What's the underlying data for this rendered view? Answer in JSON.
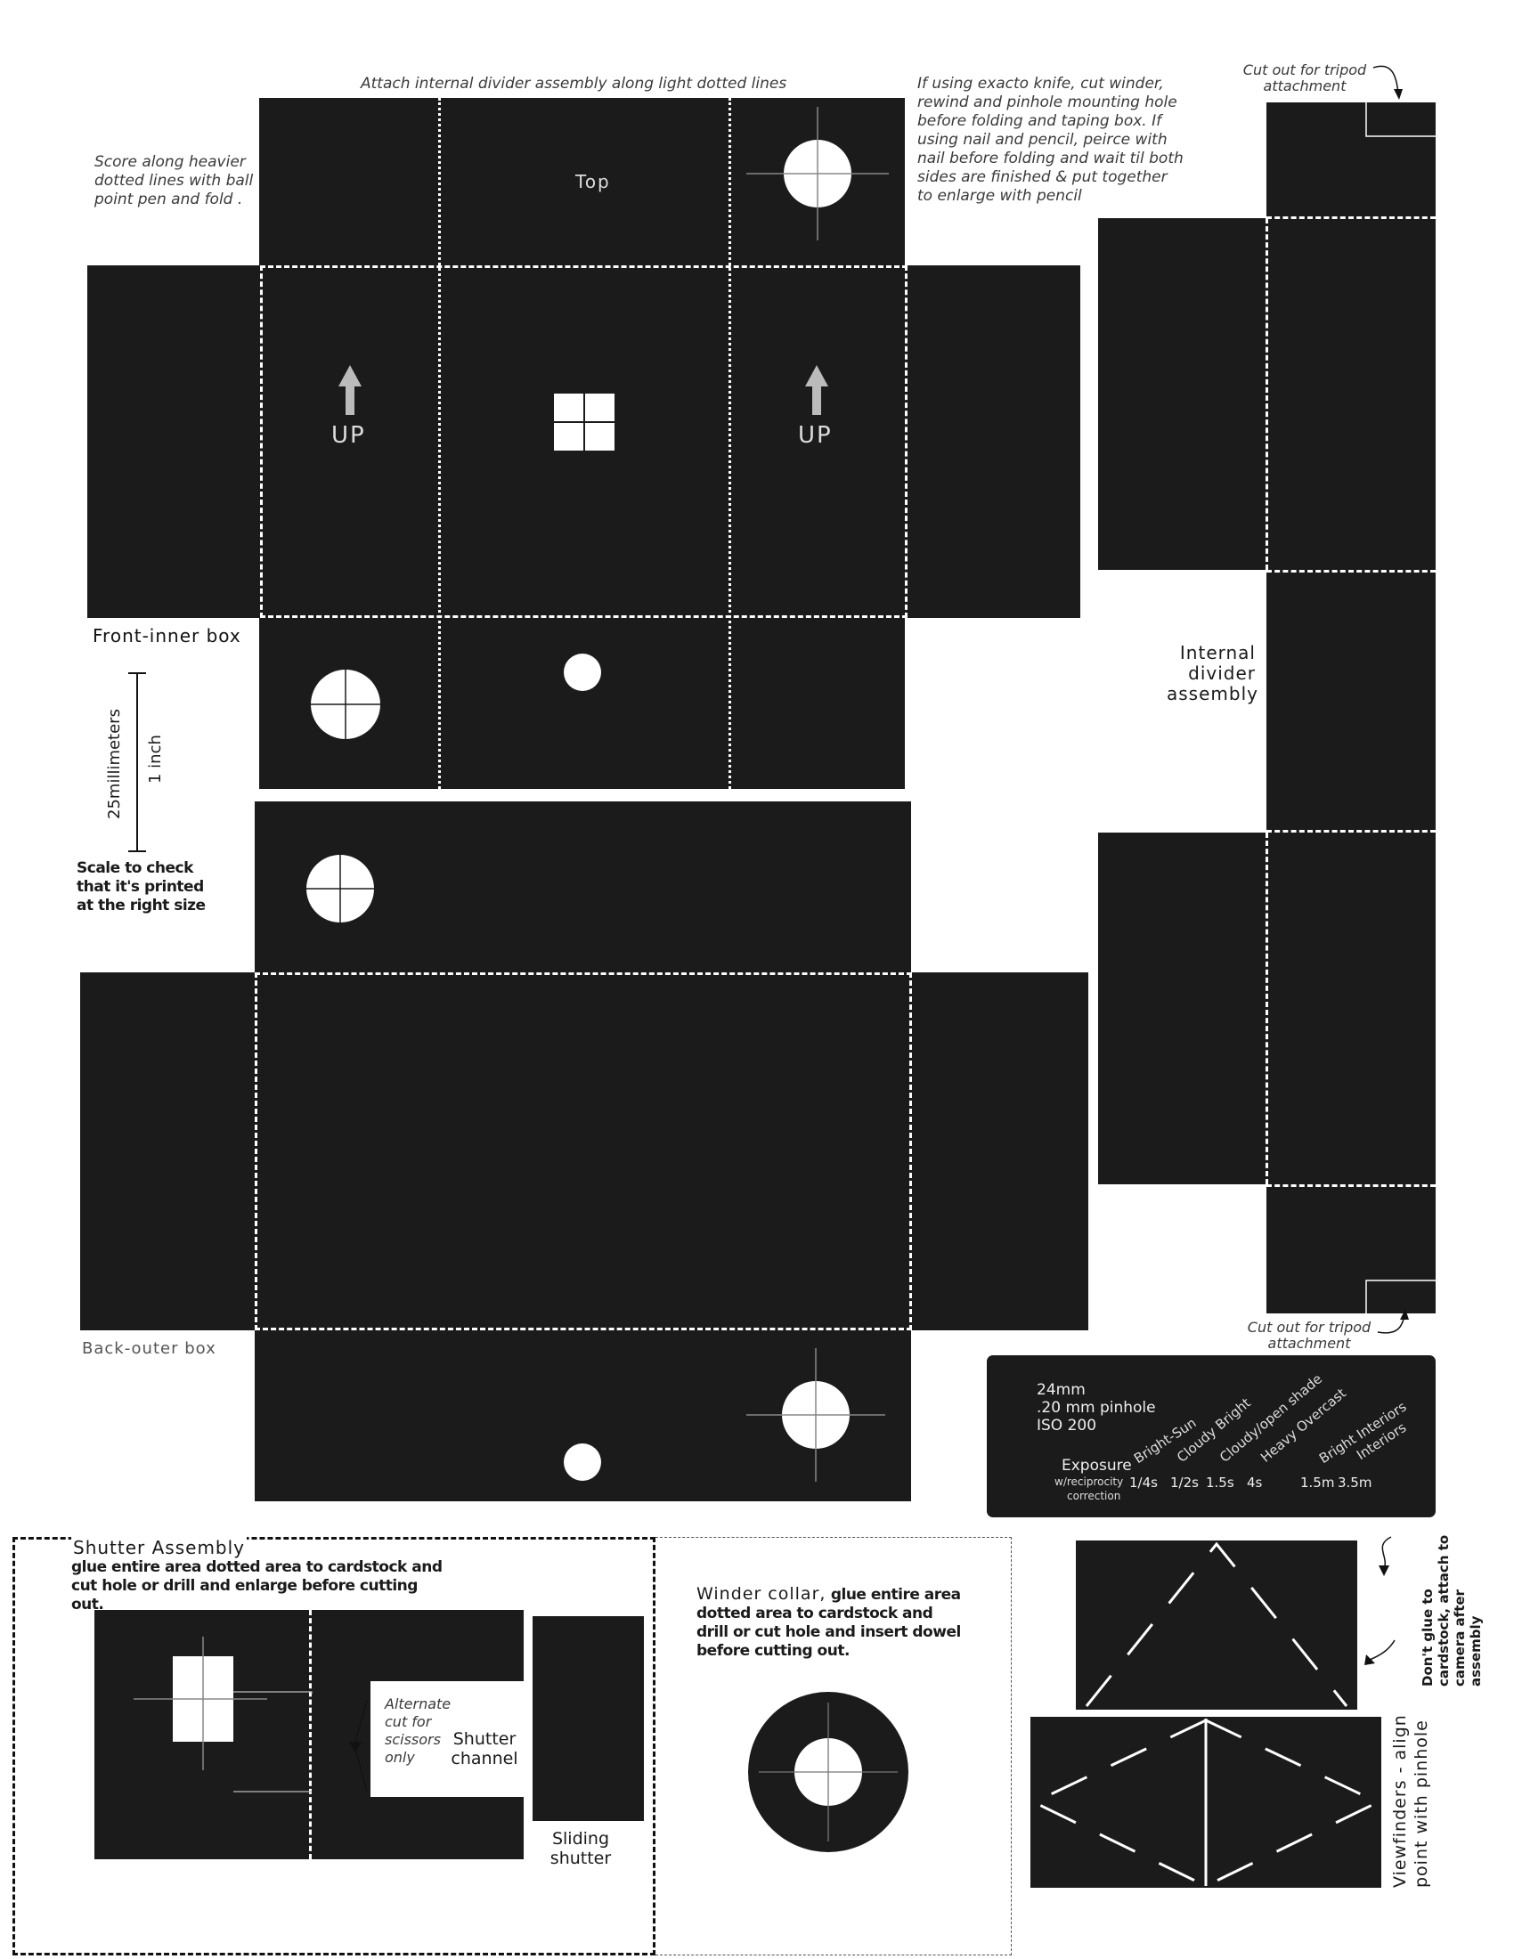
{
  "notes": {
    "attach_divider": "Attach internal divider assembly along light dotted lines",
    "score": "Score along heavier dotted lines with ball point pen and fold .",
    "exacto": "If using exacto knife, cut winder, rewind and pinhole mounting hole before folding and taping box. If using nail and pencil, peirce with nail before folding  and wait til both sides are finished & put together to enlarge with pencil",
    "tripod_top": "Cut out for tripod attachment",
    "tripod_bottom": "Cut out for tripod attachment"
  },
  "front_box": {
    "label": "Front-inner box",
    "top_label": "Top",
    "up_left": "UP",
    "up_right": "UP"
  },
  "back_box": {
    "label": "Back-outer box"
  },
  "scale": {
    "mm": "25millimeters",
    "inch": "1 inch",
    "caption": "Scale to check that it's printed at the right size"
  },
  "divider": {
    "label": "Internal divider assembly"
  },
  "exposure_card": {
    "specs": [
      "24mm",
      ".20 mm pinhole",
      "ISO 200"
    ],
    "conditions": [
      "Bright-Sun",
      "Cloudy Bright",
      "Cloudy/open shade",
      "Heavy Overcast",
      "Bright Interiors",
      "Interiors"
    ],
    "exposure_title": "Exposure",
    "reciprocity": "w/reciprocity",
    "correction": "correction",
    "times": [
      "1/4s",
      "1/2s",
      "1.5s",
      "4s",
      "1.5m",
      "3.5m"
    ]
  },
  "shutter": {
    "title": "Shutter Assembly",
    "instruction": "glue entire area dotted area to cardstock and cut hole or drill and enlarge before cutting out.",
    "alternate": "Alternate cut for scissors only",
    "channel": "Shutter channel",
    "sliding": "Sliding shutter"
  },
  "winder": {
    "title": "Winder collar,",
    "instruction": "glue entire area dotted area to cardstock and drill or cut hole and insert dowel before cutting out."
  },
  "viewfinders": {
    "label": "Viewfinders - align point with pinhole",
    "note": "Don't glue to cardstock, attach to camera after assembly"
  }
}
